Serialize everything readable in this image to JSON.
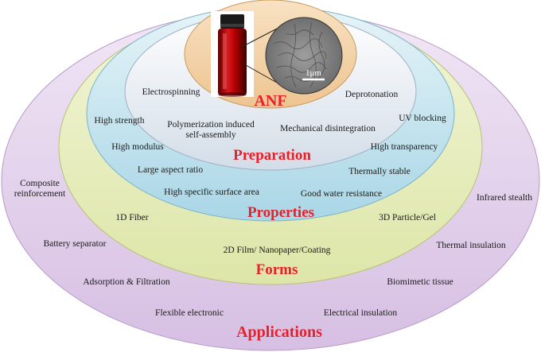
{
  "center": {
    "title": "ANF",
    "scale_bar": "1μm"
  },
  "preparation": {
    "title": "Preparation",
    "items": [
      "Electrospinning",
      "Deprotonation",
      "Polymerization induced self-assembly",
      "Mechanical disintegration"
    ]
  },
  "properties": {
    "title": "Properties",
    "items": [
      "High strength",
      "UV blocking",
      "High modulus",
      "High transparency",
      "Large aspect ratio",
      "Thermally stable",
      "High specific surface area",
      "Good water resistance"
    ]
  },
  "forms": {
    "title": "Forms",
    "items": [
      "1D Fiber",
      "3D Particle/Gel",
      "2D Film/ Nanopaper/Coating"
    ]
  },
  "applications": {
    "title": "Applications",
    "items": [
      "Composite reinforcement",
      "Infrared stealth",
      "Battery separator",
      "Thermal insulation",
      "Adsorption & Filtration",
      "Biomimetic tissue",
      "Flexible electronic",
      "Electrical insulation"
    ]
  },
  "colors": {
    "applications_fill": "#e3d2ec",
    "forms_fill": "#e2eab8",
    "properties_fill": "#bfe1ec",
    "preparation_fill": "#e8eef4",
    "anf_fill": "#f5d6a9",
    "title_red": "#e8202a"
  }
}
